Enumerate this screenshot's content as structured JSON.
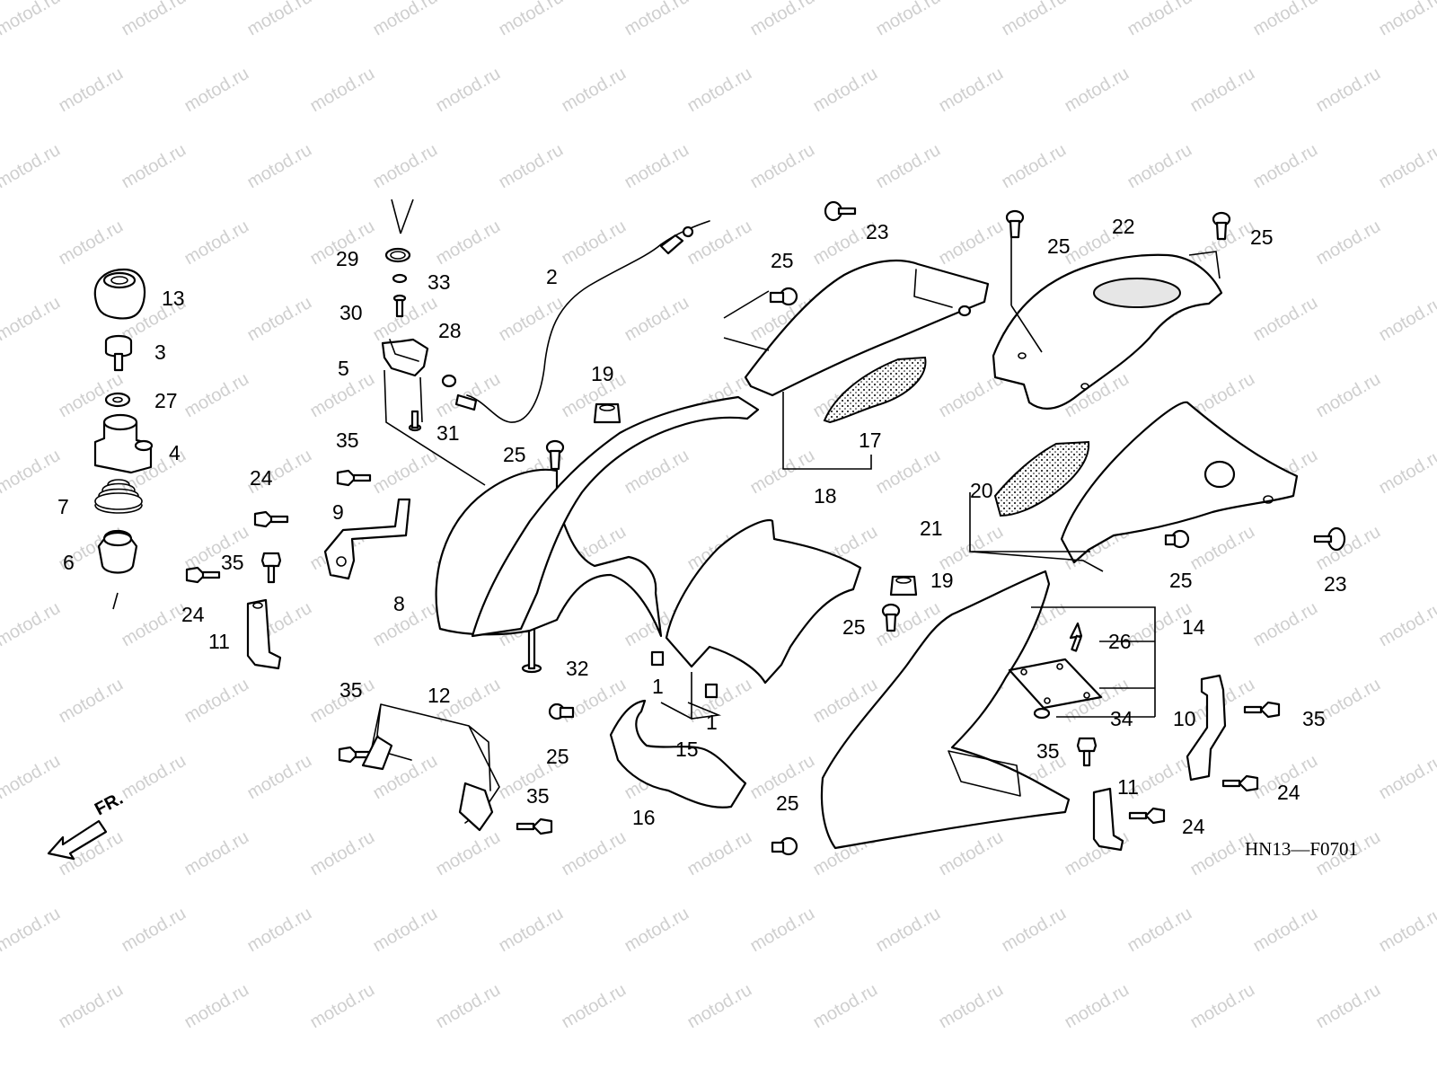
{
  "watermark": "motod.ru",
  "diagram_code": "HN13—F0701",
  "direction_label": "FR.",
  "callouts": [
    {
      "id": "c13",
      "text": "13"
    },
    {
      "id": "c3",
      "text": "3"
    },
    {
      "id": "c27",
      "text": "27"
    },
    {
      "id": "c4",
      "text": "4"
    },
    {
      "id": "c7",
      "text": "7"
    },
    {
      "id": "c6",
      "text": "6"
    },
    {
      "id": "c29",
      "text": "29"
    },
    {
      "id": "c33",
      "text": "33"
    },
    {
      "id": "c30",
      "text": "30"
    },
    {
      "id": "c5",
      "text": "5"
    },
    {
      "id": "c28",
      "text": "28"
    },
    {
      "id": "c31",
      "text": "31"
    },
    {
      "id": "c2",
      "text": "2"
    },
    {
      "id": "c35a",
      "text": "35"
    },
    {
      "id": "c9",
      "text": "9"
    },
    {
      "id": "c24a",
      "text": "24"
    },
    {
      "id": "c35b",
      "text": "35"
    },
    {
      "id": "c24b",
      "text": "24"
    },
    {
      "id": "c11a",
      "text": "11"
    },
    {
      "id": "c19a",
      "text": "19"
    },
    {
      "id": "c25a",
      "text": "25"
    },
    {
      "id": "c8",
      "text": "8"
    },
    {
      "id": "c32",
      "text": "32"
    },
    {
      "id": "c35c",
      "text": "35"
    },
    {
      "id": "c12",
      "text": "12"
    },
    {
      "id": "c35d",
      "text": "35"
    },
    {
      "id": "c25b",
      "text": "25"
    },
    {
      "id": "c16",
      "text": "16"
    },
    {
      "id": "c25c",
      "text": "25"
    },
    {
      "id": "c1a",
      "text": "1"
    },
    {
      "id": "c1b",
      "text": "1"
    },
    {
      "id": "c15",
      "text": "15"
    },
    {
      "id": "c23a",
      "text": "23"
    },
    {
      "id": "c25d",
      "text": "25"
    },
    {
      "id": "c17",
      "text": "17"
    },
    {
      "id": "c18",
      "text": "18"
    },
    {
      "id": "c25e",
      "text": "25"
    },
    {
      "id": "c22",
      "text": "22"
    },
    {
      "id": "c25f",
      "text": "25"
    },
    {
      "id": "c20",
      "text": "20"
    },
    {
      "id": "c21",
      "text": "21"
    },
    {
      "id": "c25g",
      "text": "25"
    },
    {
      "id": "c23b",
      "text": "23"
    },
    {
      "id": "c19b",
      "text": "19"
    },
    {
      "id": "c25h",
      "text": "25"
    },
    {
      "id": "c14",
      "text": "14"
    },
    {
      "id": "c26",
      "text": "26"
    },
    {
      "id": "c34",
      "text": "34"
    },
    {
      "id": "c10",
      "text": "10"
    },
    {
      "id": "c35e",
      "text": "35"
    },
    {
      "id": "c24c",
      "text": "24"
    },
    {
      "id": "c35f",
      "text": "35"
    },
    {
      "id": "c11b",
      "text": "11"
    },
    {
      "id": "c24d",
      "text": "24"
    }
  ]
}
